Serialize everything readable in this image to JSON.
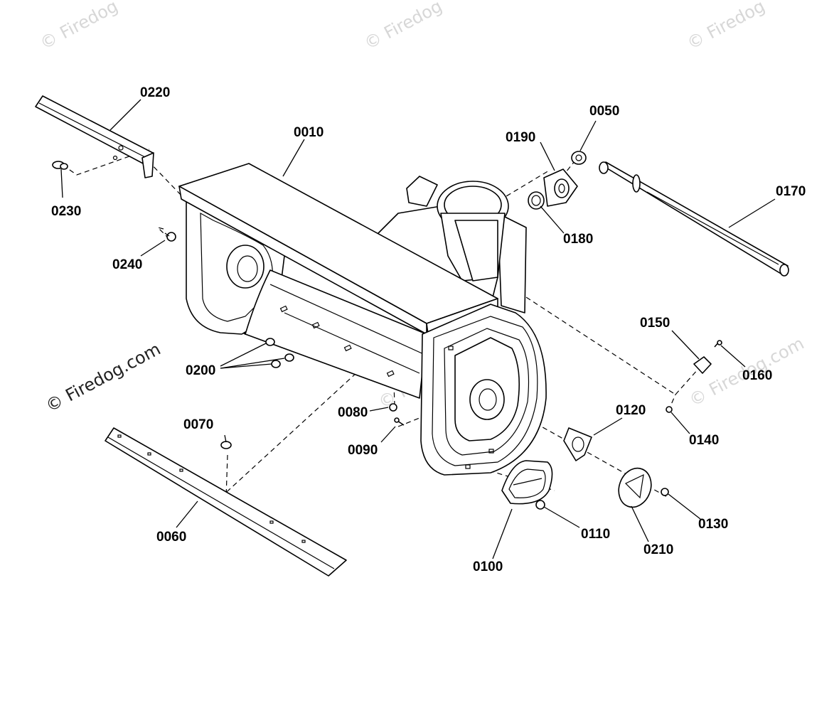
{
  "watermark": {
    "text": "© Firedog.com",
    "short_text": "© Firedog"
  },
  "callouts": {
    "c0010": "0010",
    "c0050": "0050",
    "c0060": "0060",
    "c0070": "0070",
    "c0080": "0080",
    "c0090": "0090",
    "c0100": "0100",
    "c0110": "0110",
    "c0120": "0120",
    "c0130": "0130",
    "c0140": "0140",
    "c0150": "0150",
    "c0160": "0160",
    "c0170": "0170",
    "c0180": "0180",
    "c0190": "0190",
    "c0200": "0200",
    "c0210": "0210",
    "c0220": "0220",
    "c0230": "0230",
    "c0240": "0240"
  }
}
